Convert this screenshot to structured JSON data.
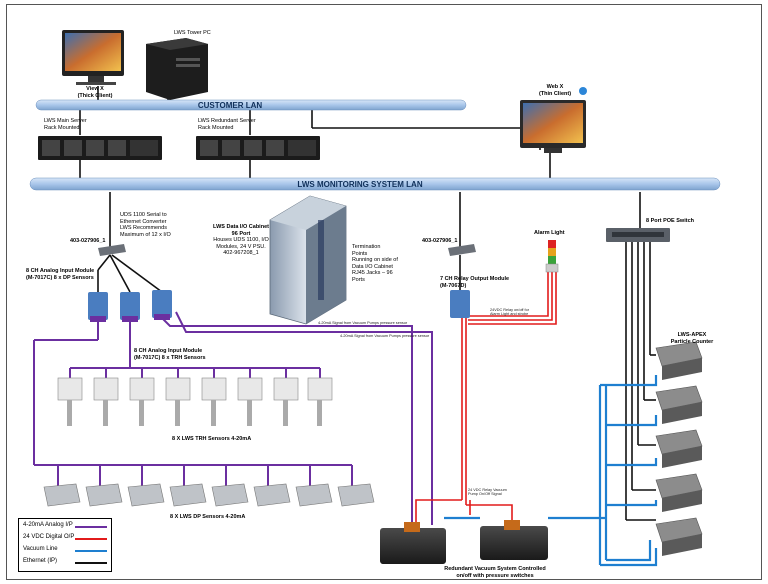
{
  "lans": {
    "customer": "CUSTOMER LAN",
    "monitoring": "LWS MONITORING SYSTEM LAN"
  },
  "devices": {
    "tower_pc": "LWS Tower PC",
    "view_x": [
      "View X",
      "(Thick Client)"
    ],
    "web_x": [
      "Web X",
      "(Thin Client)"
    ],
    "main_server": [
      "LWS Main Server",
      "Rack Mounted"
    ],
    "redundant_server": [
      "LWS Redundant Server",
      "Rack Mounted"
    ],
    "serial_converter": [
      "UDS 1100 Serial to",
      "Ethernet Converter",
      "LWS Recommends",
      "Maximum of 12 x I/O"
    ],
    "data_cabinet": [
      "LWS Data I/O Cabinet",
      "96 Port",
      "Houses UDS 1100, I/O",
      "Modules, 24 V PSU.",
      "402-967208_1"
    ],
    "termination": [
      "Termination",
      "Points",
      "Running on side of",
      "Data I/O Cabinet",
      "RJ45 Jacks – 96",
      "Ports"
    ],
    "switch_left": "403-027906_1",
    "switch_right": "403-027906_1",
    "dp_module": [
      "8 CH Analog Input Module",
      "(M-7017C) 8 x DP Sensors"
    ],
    "trh_module": [
      "8 CH Analog Input Module",
      "(M-7017C) 8 x TRH Sensors"
    ],
    "relay_module": [
      "7 CH Relay Output Module",
      "(M-7067D)"
    ],
    "alarm_light": "Alarm Light",
    "poe_switch": "8  Port POE Switch",
    "particle_counter": [
      "LWS-APEX",
      "Particle Counter"
    ],
    "trh_sensors": "8 X LWS TRH Sensors 4-20mA",
    "dp_sensors": "8 X LWS DP Sensors 4-20mA",
    "vacuum": [
      "Redundant Vacuum System Controlled",
      "on/off with pressure switches"
    ]
  },
  "signals": {
    "sig1": "4-20mA Signal from Vacuum Pumps pressure sensor",
    "sig2": "4-20mA Signal from Vacuum Pumps pressure sensor",
    "relay_alarm": [
      "24VDC Relay on/off for",
      "Alarm Light and strobe"
    ],
    "relay_pump": [
      "24 VDC Relay Vacuum",
      "Pump On/Off Signal"
    ]
  },
  "legend": [
    {
      "label": "4-20mA Analog I/P",
      "color": "#6b2fa0"
    },
    {
      "label": "24 VDC Digital O/P",
      "color": "#e21b1b"
    },
    {
      "label": "Vacuum Line",
      "color": "#1e7fd0"
    },
    {
      "label": "Ethernet (IP)",
      "color": "#111111"
    }
  ],
  "colors": {
    "analog": "#6b2fa0",
    "digital": "#e21b1b",
    "vacuum": "#1e7fd0",
    "ethernet": "#111111",
    "lan_bar": "#a9c6ea"
  }
}
